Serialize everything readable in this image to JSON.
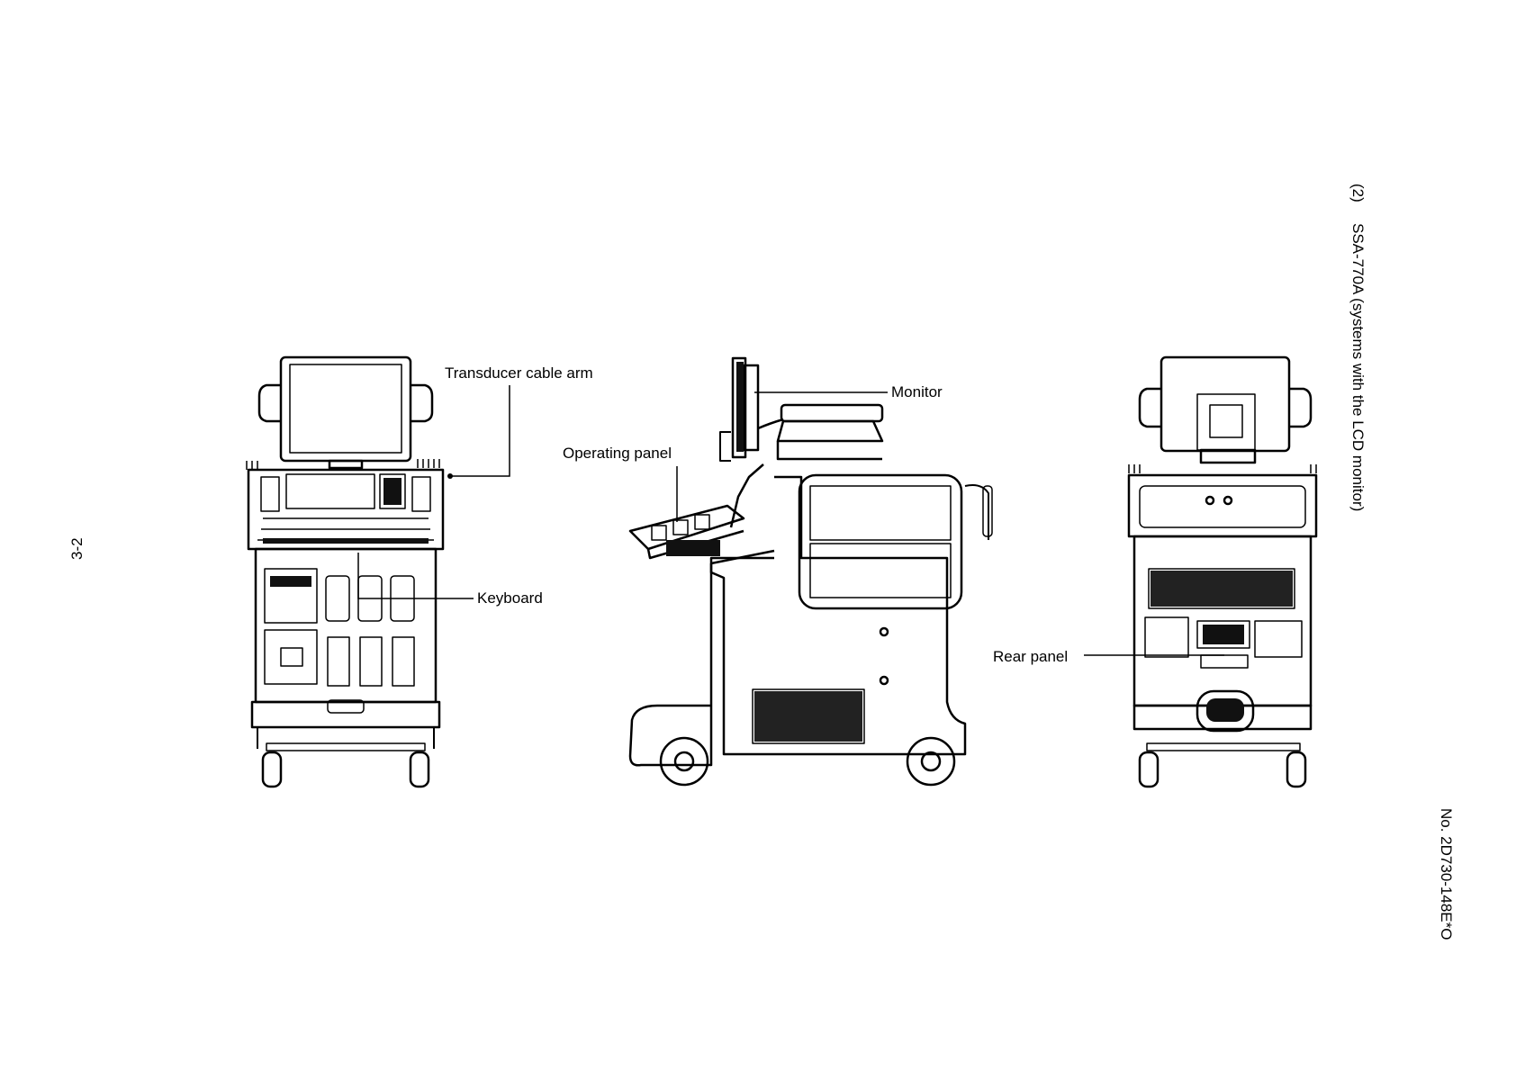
{
  "heading": {
    "number": "(2)",
    "title": "SSA-770A (systems with the LCD monitor)"
  },
  "page_number": "3-2",
  "doc_number": "No. 2D730-148E*O",
  "labels": {
    "transducer_cable_arm": "Transducer cable arm",
    "monitor": "Monitor",
    "operating_panel": "Operating panel",
    "keyboard": "Keyboard",
    "rear_panel": "Rear panel"
  }
}
